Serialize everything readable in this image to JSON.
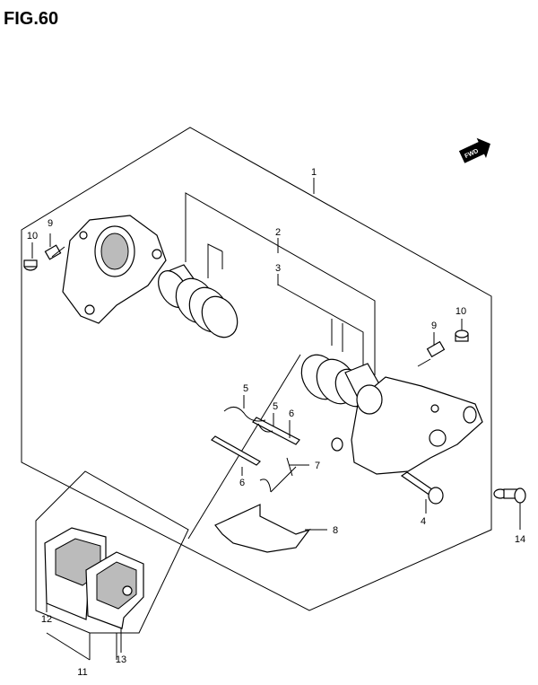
{
  "figure": {
    "title": "FIG.60",
    "direction_badge": "FWD"
  },
  "callouts": [
    {
      "id": "c1",
      "label": "1"
    },
    {
      "id": "c2",
      "label": "2"
    },
    {
      "id": "c3",
      "label": "3"
    },
    {
      "id": "c4",
      "label": "4"
    },
    {
      "id": "c5a",
      "label": "5"
    },
    {
      "id": "c5b",
      "label": "5"
    },
    {
      "id": "c6a",
      "label": "6"
    },
    {
      "id": "c6b",
      "label": "6"
    },
    {
      "id": "c7",
      "label": "7"
    },
    {
      "id": "c8",
      "label": "8"
    },
    {
      "id": "c9a",
      "label": "9"
    },
    {
      "id": "c9b",
      "label": "9"
    },
    {
      "id": "c10a",
      "label": "10"
    },
    {
      "id": "c10b",
      "label": "10"
    },
    {
      "id": "c11",
      "label": "11"
    },
    {
      "id": "c12",
      "label": "12"
    },
    {
      "id": "c13",
      "label": "13"
    },
    {
      "id": "c14",
      "label": "14"
    }
  ],
  "icons": {
    "direction": "fwd-arrow-icon"
  }
}
